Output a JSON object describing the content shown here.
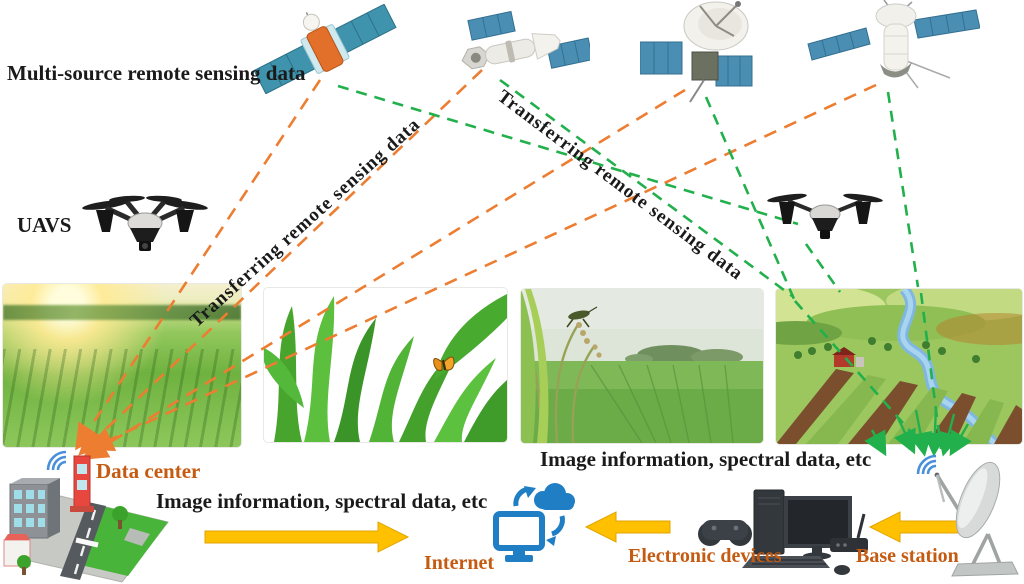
{
  "figure_labels": {
    "multi_source": "Multi-source remote sensing data",
    "uavs": "UAVS",
    "transferring_1": "Transferring remote sensing data",
    "transferring_2": "Transferring remote sensing data",
    "data_center": "Data center",
    "image_info_left": "Image information, spectral data, etc",
    "image_info_right": "Image information, spectral data, etc",
    "internet": "Internet",
    "electronic_devices": "Electronic devices",
    "base_station": "Base station"
  },
  "colors": {
    "satellite_to_datacenter_link": "#ED7D31",
    "satellite_to_field_link": "#22B04C",
    "flow_arrow_yellow": "#FFC000",
    "orange_label": "#C55A11",
    "black_label": "#1A1A1A",
    "internet_icon_blue": "#1F7EC4",
    "solar_panel_blue": "#4A8FB3",
    "wifi_arc_blue": "#4A90D9"
  },
  "icons": {
    "satellites": [
      "satellite-1-icon",
      "satellite-2-icon",
      "satellite-3-icon",
      "satellite-4-icon"
    ],
    "uavs": [
      "drone-1-icon",
      "drone-2-icon"
    ],
    "fields": [
      "field-sunrise-photo",
      "field-corn-photo",
      "field-rice-photo",
      "field-farmland-photo"
    ],
    "ground": [
      "data-center-illustration",
      "internet-cloud-icon",
      "electronic-devices-icon",
      "base-station-dish-icon"
    ]
  }
}
